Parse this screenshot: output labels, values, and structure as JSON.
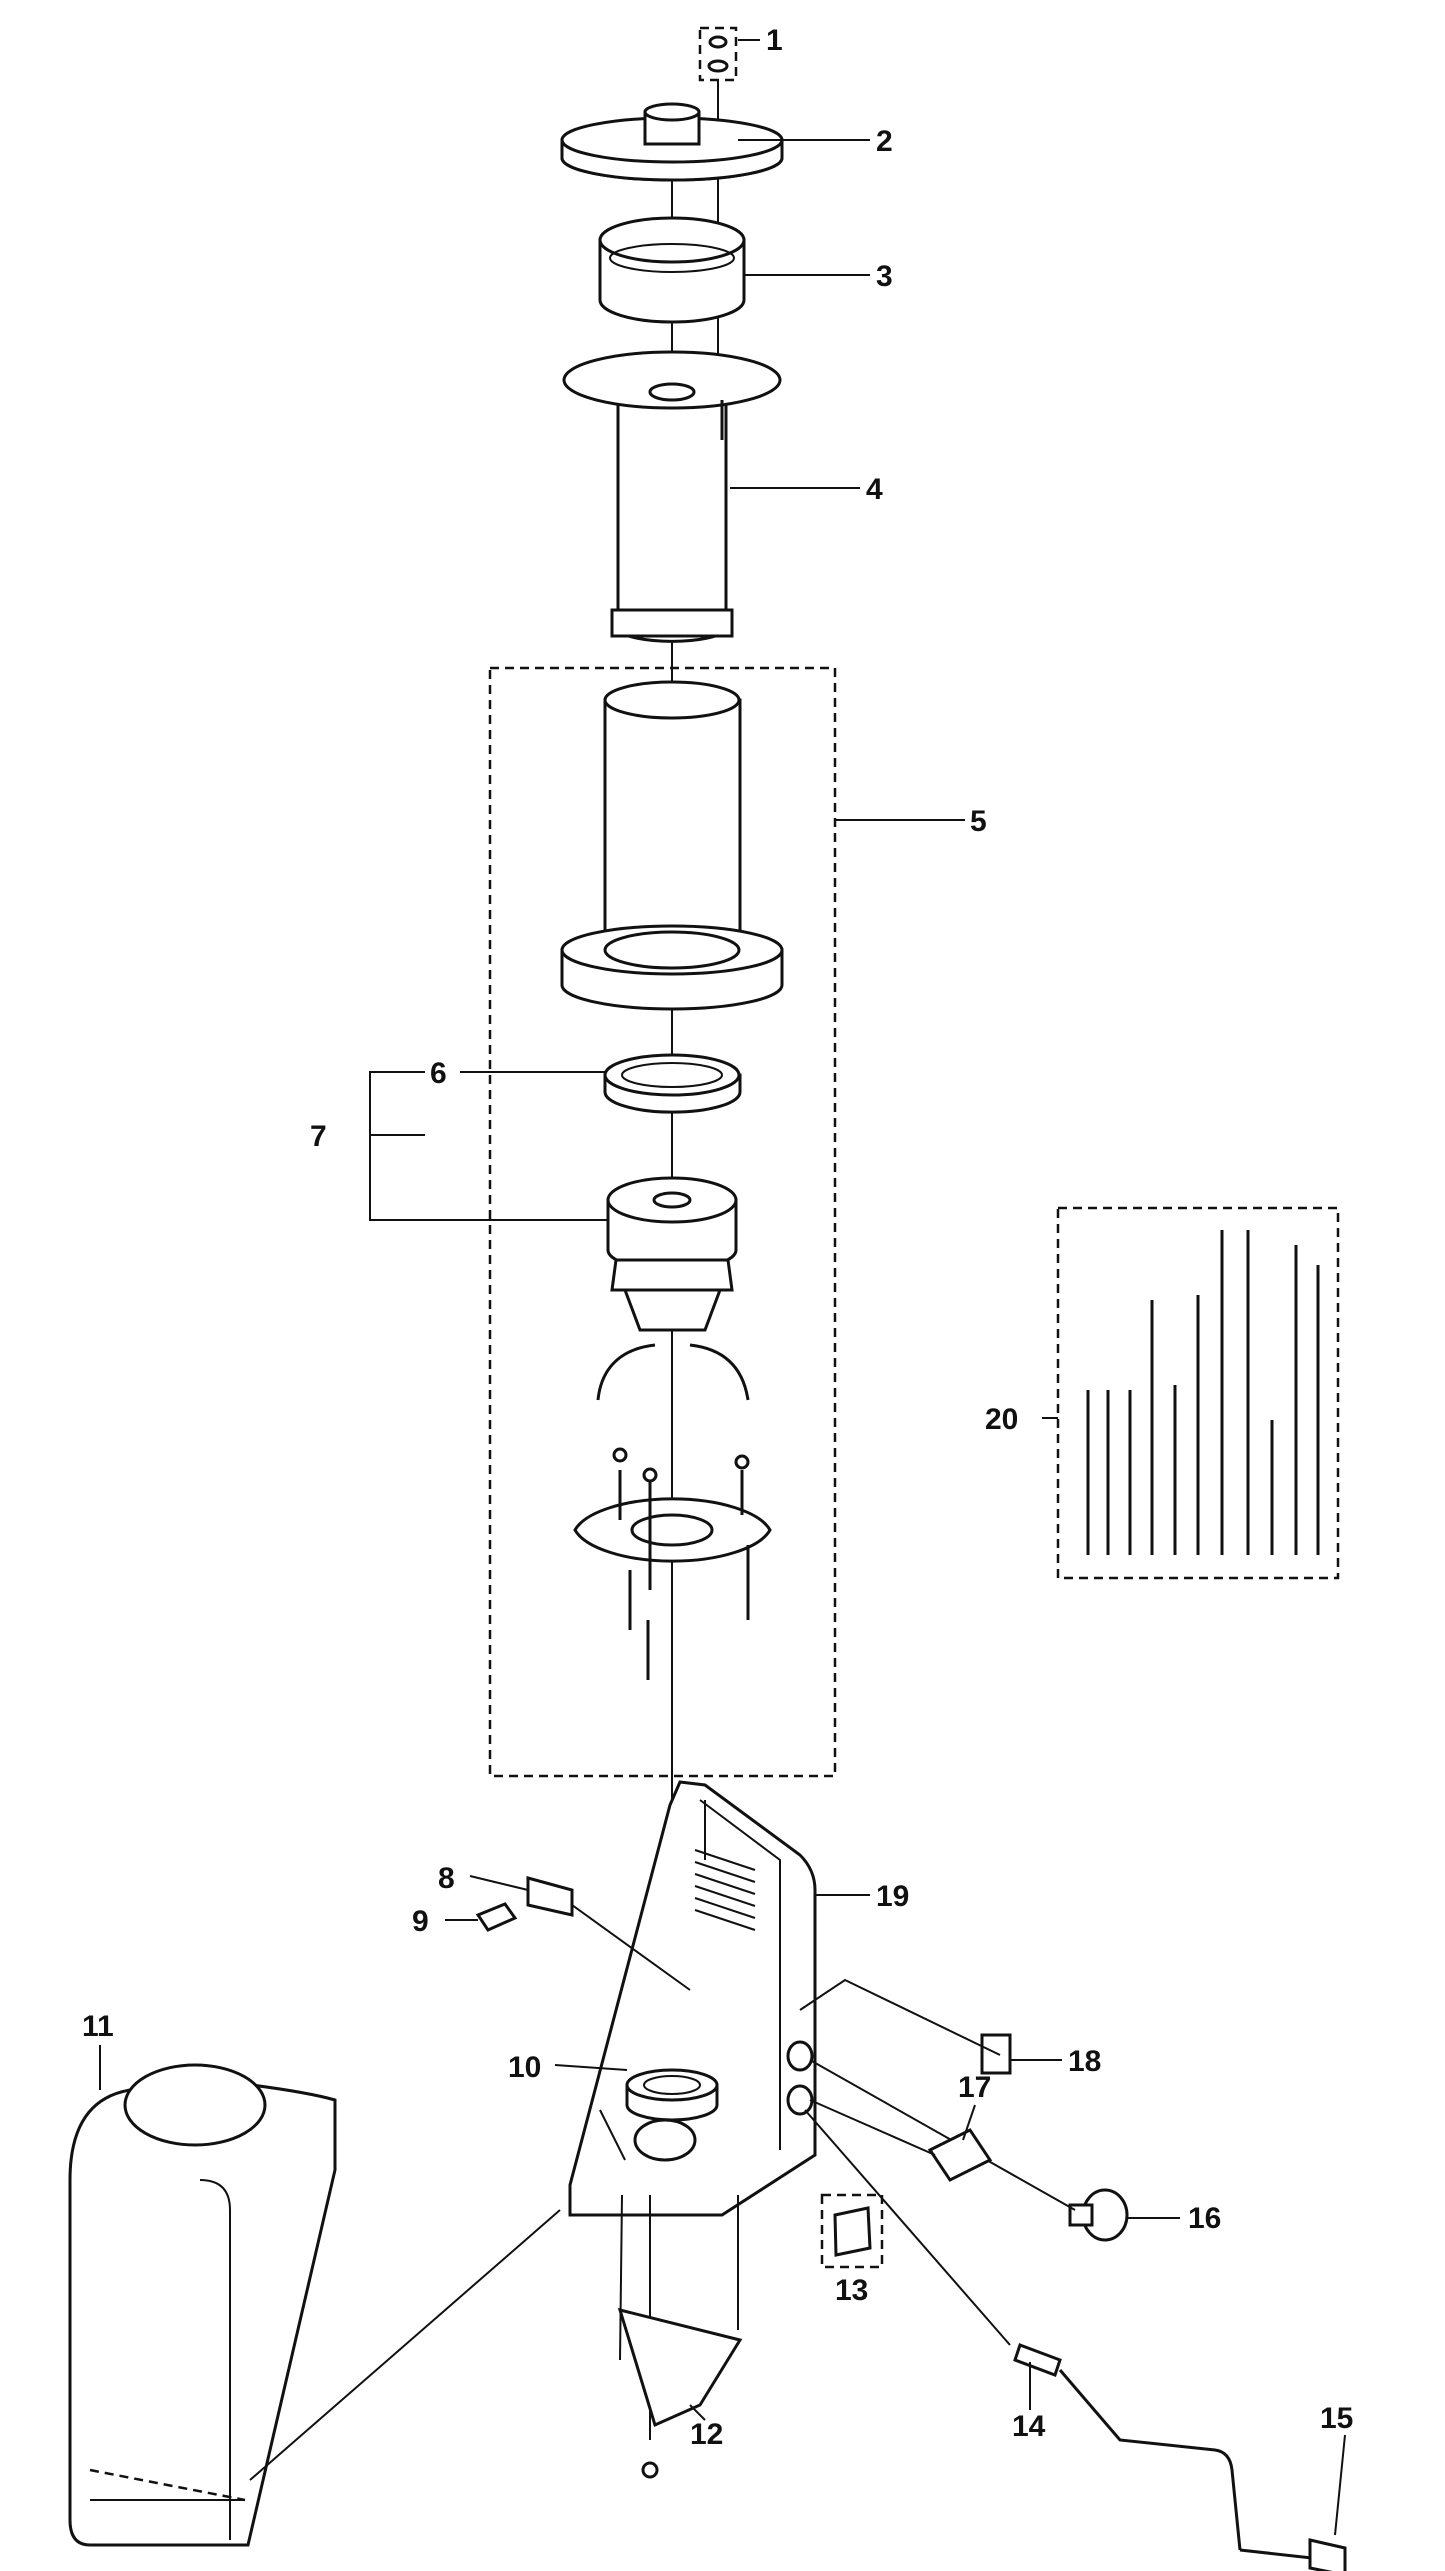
{
  "diagram": {
    "callouts": [
      {
        "number": "1"
      },
      {
        "number": "2"
      },
      {
        "number": "3"
      },
      {
        "number": "4"
      },
      {
        "number": "5"
      },
      {
        "number": "6"
      },
      {
        "number": "7"
      },
      {
        "number": "8"
      },
      {
        "number": "9"
      },
      {
        "number": "10"
      },
      {
        "number": "11"
      },
      {
        "number": "12"
      },
      {
        "number": "13"
      },
      {
        "number": "14"
      },
      {
        "number": "15"
      },
      {
        "number": "16"
      },
      {
        "number": "17"
      },
      {
        "number": "18"
      },
      {
        "number": "19"
      },
      {
        "number": "20"
      }
    ]
  }
}
